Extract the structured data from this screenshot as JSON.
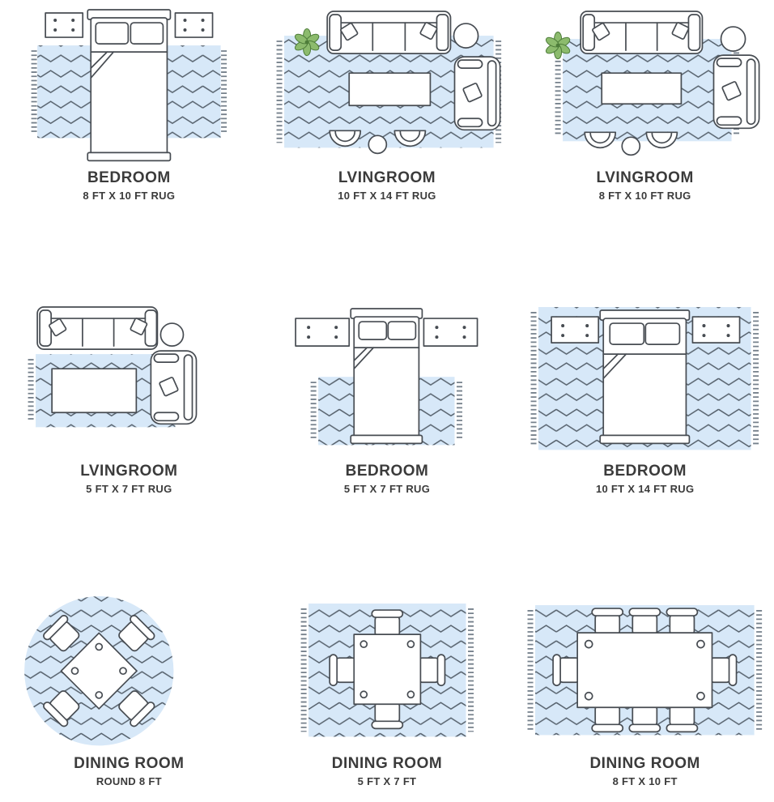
{
  "colors": {
    "rug_fill": "#d7e8f8",
    "zigzag_line": "#55606b",
    "furniture_line": "#474c52",
    "fringe": "#76818c",
    "text": "#3b3b3b",
    "plant_green": "#8cbb6d"
  },
  "cells": [
    {
      "room": "BEDROOM",
      "size": "8 FT X 10 FT RUG",
      "illustration": "bed-with-two-nightstands-on-rug"
    },
    {
      "room": "LVINGROOM",
      "size": "10 FT X 14 FT RUG",
      "illustration": "sofa-coffee-table-two-chairs-armchair-on-rug"
    },
    {
      "room": "LVINGROOM",
      "size": "8 FT X 10 FT RUG",
      "illustration": "sofa-coffee-table-chairs-partially-on-rug"
    },
    {
      "room": "LVINGROOM",
      "size": "5 FT X 7 FT RUG",
      "illustration": "small-rug-with-coffee-table-sofa-off-rug"
    },
    {
      "room": "BEDROOM",
      "size": "5 FT X 7 FT RUG",
      "illustration": "small-rug-under-foot-of-bed"
    },
    {
      "room": "BEDROOM",
      "size": "10 FT X 14 FT RUG",
      "illustration": "bed-and-nightstands-fully-on-large-rug"
    },
    {
      "room": "DINING ROOM",
      "size": "ROUND 8 FT",
      "illustration": "round-rug-square-table-four-chairs"
    },
    {
      "room": "DINING ROOM",
      "size": "5 FT X 7 FT",
      "illustration": "square-table-four-chairs-on-rug"
    },
    {
      "room": "DINING ROOM",
      "size": "8 FT X 10 FT",
      "illustration": "rectangular-table-eight-chairs-on-rug"
    }
  ]
}
